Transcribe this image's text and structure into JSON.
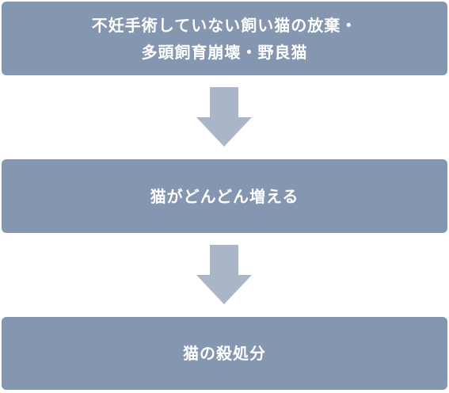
{
  "flow": {
    "step1": {
      "line1": "不妊手術していない飼い猫の放棄・",
      "line2": "多頭飼育崩壊・野良猫"
    },
    "step2": {
      "label": "猫がどんどん増える"
    },
    "step3": {
      "label": "猫の殺処分"
    }
  },
  "colors": {
    "box": "#8597b0",
    "arrow": "#aab6c8",
    "text": "#ffffff"
  }
}
